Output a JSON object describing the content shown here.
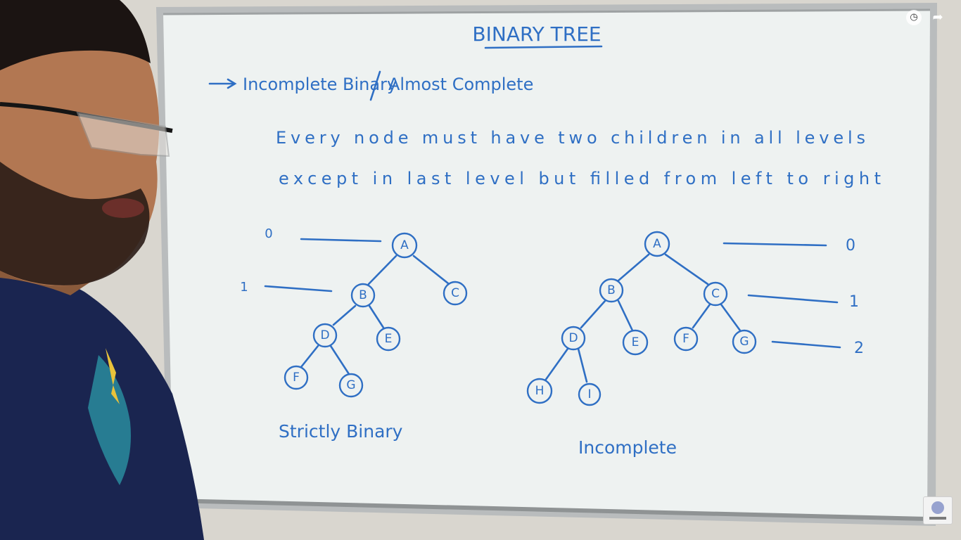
{
  "board": {
    "title": "BINARY TREE",
    "heading_part1": "Incomplete Binary",
    "heading_part2": "Almost Complete",
    "definition_line1": "Every node must have two children in all levels",
    "definition_line2": "except in last level but filled from left to right"
  },
  "left_tree": {
    "caption": "Strictly Binary",
    "level_labels": [
      "0",
      "1"
    ],
    "nodes": [
      "A",
      "B",
      "C",
      "D",
      "E",
      "F",
      "G"
    ]
  },
  "right_tree": {
    "caption": "Incomplete",
    "level_labels": [
      "0",
      "1",
      "2"
    ],
    "nodes": [
      "A",
      "B",
      "C",
      "D",
      "E",
      "F",
      "G",
      "H",
      "I"
    ]
  },
  "colors": {
    "ink": "#2f6fc4",
    "board": "#eef2f1",
    "frame": "#b9bcbd",
    "wall": "#d9d6cf",
    "shirt": "#1a2550"
  },
  "icons": {
    "watch_later": "clock-icon",
    "share": "share-icon"
  }
}
